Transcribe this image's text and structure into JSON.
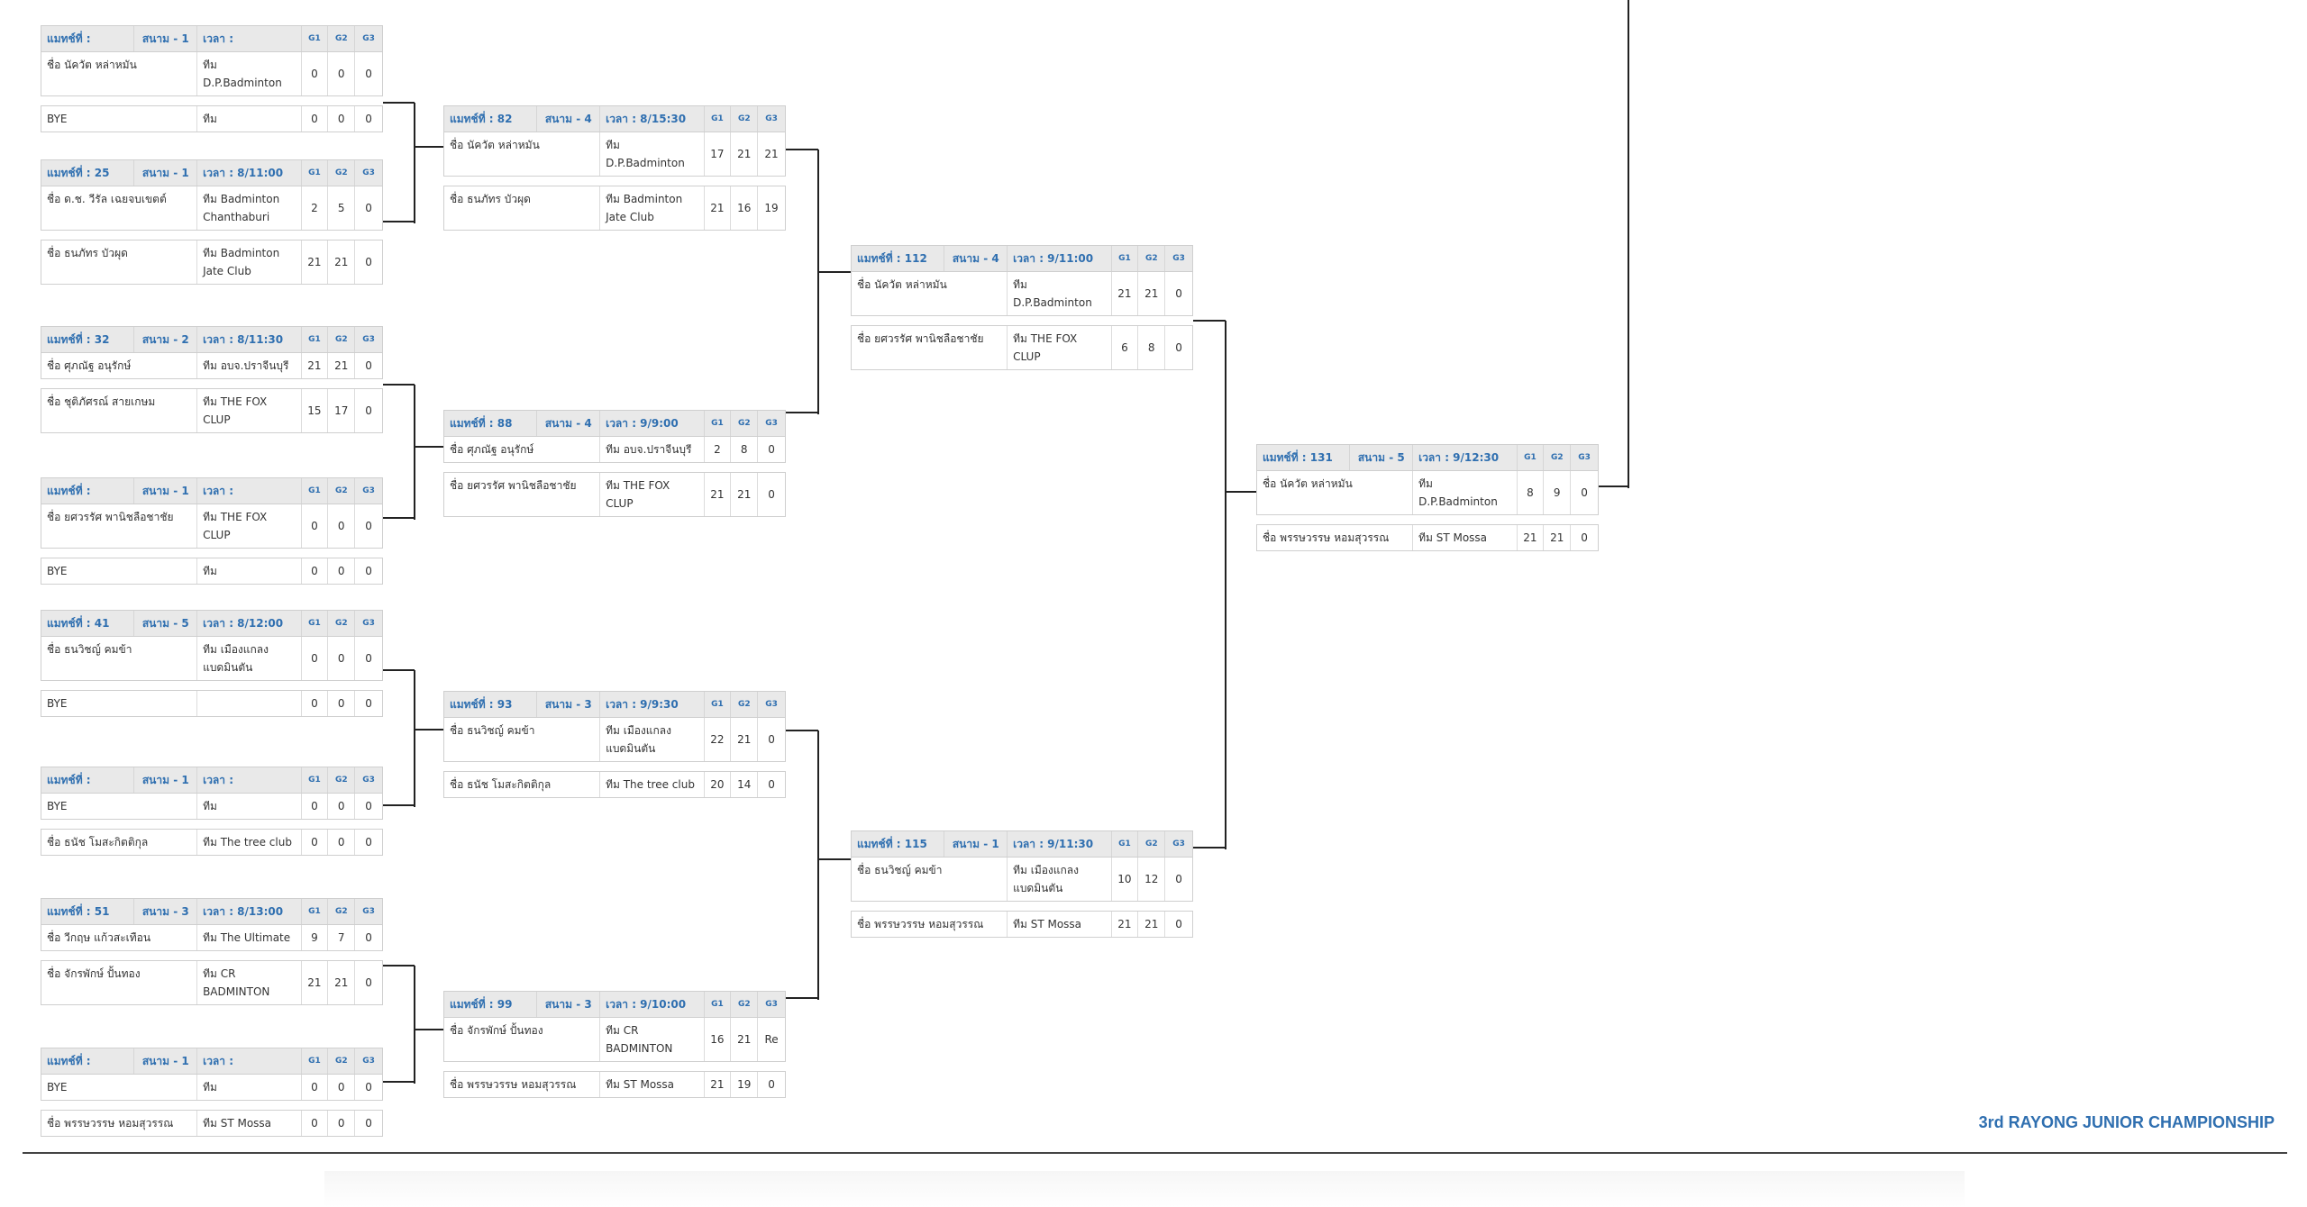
{
  "labels": {
    "match_prefix": "แมทช์ที่ :",
    "court_prefix": "สนาม -",
    "time_prefix": "เวลา :",
    "g1": "G1",
    "g2": "G2",
    "g3": "G3",
    "name_prefix": "ชื่อ",
    "team_prefix": "ทีม"
  },
  "footer": {
    "title": "3rd RAYONG JUNIOR CHAMPIONSHIP"
  },
  "matches": [
    {
      "id": "r1m1",
      "header": {
        "match": "แมทช์ที่ :",
        "court": "สนาม - 1",
        "time": "เวลา :"
      },
      "players": [
        {
          "name": "ชื่อ นัควัต หล่าหมัน",
          "team": "ทีม D.P.Badminton",
          "g": [
            "0",
            "0",
            "0"
          ]
        },
        {
          "name": "BYE",
          "team": "ทีม",
          "g": [
            "0",
            "0",
            "0"
          ]
        }
      ]
    },
    {
      "id": "r1m2",
      "header": {
        "match": "แมทช์ที่ : 25",
        "court": "สนาม - 1",
        "time": "เวลา : 8/11:00"
      },
      "players": [
        {
          "name": "ชื่อ ด.ช. วีรัล เฉยจบเขตต์",
          "team": "ทีม Badminton Chanthaburi",
          "g": [
            "2",
            "5",
            "0"
          ]
        },
        {
          "name": "ชื่อ ธนภัทร บัวผุด",
          "team": "ทีม Badminton Jate Club",
          "g": [
            "21",
            "21",
            "0"
          ]
        }
      ]
    },
    {
      "id": "r1m3",
      "header": {
        "match": "แมทช์ที่ : 32",
        "court": "สนาม - 2",
        "time": "เวลา : 8/11:30"
      },
      "players": [
        {
          "name": "ชื่อ ศุภณัฐ อนุรักษ์",
          "team": "ทีม อบจ.ปราจีนบุรี",
          "g": [
            "21",
            "21",
            "0"
          ]
        },
        {
          "name": "ชื่อ ชุติภัศรณ์ สายเกษม",
          "team": "ทีม THE FOX CLUP",
          "g": [
            "15",
            "17",
            "0"
          ]
        }
      ]
    },
    {
      "id": "r1m4",
      "header": {
        "match": "แมทช์ที่ :",
        "court": "สนาม - 1",
        "time": "เวลา :"
      },
      "players": [
        {
          "name": "ชื่อ ยศวรรัศ พานิชลือชาชัย",
          "team": "ทีม THE FOX CLUP",
          "g": [
            "0",
            "0",
            "0"
          ]
        },
        {
          "name": "BYE",
          "team": "ทีม",
          "g": [
            "0",
            "0",
            "0"
          ]
        }
      ]
    },
    {
      "id": "r1m5",
      "header": {
        "match": "แมทช์ที่ : 41",
        "court": "สนาม - 5",
        "time": "เวลา : 8/12:00"
      },
      "players": [
        {
          "name": "ชื่อ ธนวิชญ์ คมข้า",
          "team": "ทีม เมืองแกลง แบดมินตัน",
          "g": [
            "0",
            "0",
            "0"
          ]
        },
        {
          "name": "BYE",
          "team": "",
          "g": [
            "0",
            "0",
            "0"
          ]
        }
      ]
    },
    {
      "id": "r1m6",
      "header": {
        "match": "แมทช์ที่ :",
        "court": "สนาม - 1",
        "time": "เวลา :"
      },
      "players": [
        {
          "name": "BYE",
          "team": "ทีม",
          "g": [
            "0",
            "0",
            "0"
          ]
        },
        {
          "name": "ชื่อ ธนัช โมสะกิตติกุล",
          "team": "ทีม The tree club",
          "g": [
            "0",
            "0",
            "0"
          ]
        }
      ]
    },
    {
      "id": "r1m7",
      "header": {
        "match": "แมทช์ที่ : 51",
        "court": "สนาม - 3",
        "time": "เวลา : 8/13:00"
      },
      "players": [
        {
          "name": "ชื่อ วีกฤษ แก้วสะเทือน",
          "team": "ทีม The Ultimate",
          "g": [
            "9",
            "7",
            "0"
          ]
        },
        {
          "name": "ชื่อ จักรพักษ์ ปั้นทอง",
          "team": "ทีม CR BADMINTON",
          "g": [
            "21",
            "21",
            "0"
          ]
        }
      ]
    },
    {
      "id": "r1m8",
      "header": {
        "match": "แมทช์ที่ :",
        "court": "สนาม - 1",
        "time": "เวลา :"
      },
      "players": [
        {
          "name": "BYE",
          "team": "ทีม",
          "g": [
            "0",
            "0",
            "0"
          ]
        },
        {
          "name": "ชื่อ พรรษวรรษ หอมสุวรรณ",
          "team": "ทีม ST Mossa",
          "g": [
            "0",
            "0",
            "0"
          ]
        }
      ]
    },
    {
      "id": "r2m1",
      "header": {
        "match": "แมทช์ที่ : 82",
        "court": "สนาม - 4",
        "time": "เวลา : 8/15:30"
      },
      "players": [
        {
          "name": "ชื่อ นัควัต หล่าหมัน",
          "team": "ทีม D.P.Badminton",
          "g": [
            "17",
            "21",
            "21"
          ]
        },
        {
          "name": "ชื่อ ธนภัทร บัวผุด",
          "team": "ทีม Badminton Jate Club",
          "g": [
            "21",
            "16",
            "19"
          ]
        }
      ]
    },
    {
      "id": "r2m2",
      "header": {
        "match": "แมทช์ที่ : 88",
        "court": "สนาม - 4",
        "time": "เวลา : 9/9:00"
      },
      "players": [
        {
          "name": "ชื่อ ศุภณัฐ อนุรักษ์",
          "team": "ทีม อบจ.ปราจีนบุรี",
          "g": [
            "2",
            "8",
            "0"
          ]
        },
        {
          "name": "ชื่อ ยศวรรัศ พานิชลือชาชัย",
          "team": "ทีม THE FOX CLUP",
          "g": [
            "21",
            "21",
            "0"
          ]
        }
      ]
    },
    {
      "id": "r2m3",
      "header": {
        "match": "แมทช์ที่ : 93",
        "court": "สนาม - 3",
        "time": "เวลา : 9/9:30"
      },
      "players": [
        {
          "name": "ชื่อ ธนวิชญ์ คมข้า",
          "team": "ทีม เมืองแกลง แบดมินตัน",
          "g": [
            "22",
            "21",
            "0"
          ]
        },
        {
          "name": "ชื่อ ธนัช โมสะกิตติกุล",
          "team": "ทีม The tree club",
          "g": [
            "20",
            "14",
            "0"
          ]
        }
      ]
    },
    {
      "id": "r2m4",
      "header": {
        "match": "แมทช์ที่ : 99",
        "court": "สนาม - 3",
        "time": "เวลา : 9/10:00"
      },
      "players": [
        {
          "name": "ชื่อ จักรพักษ์ ปั้นทอง",
          "team": "ทีม CR BADMINTON",
          "g": [
            "16",
            "21",
            "Re"
          ]
        },
        {
          "name": "ชื่อ พรรษวรรษ หอมสุวรรณ",
          "team": "ทีม ST Mossa",
          "g": [
            "21",
            "19",
            "0"
          ]
        }
      ]
    },
    {
      "id": "r3m1",
      "header": {
        "match": "แมทช์ที่ : 112",
        "court": "สนาม - 4",
        "time": "เวลา : 9/11:00"
      },
      "players": [
        {
          "name": "ชื่อ นัควัต หล่าหมัน",
          "team": "ทีม D.P.Badminton",
          "g": [
            "21",
            "21",
            "0"
          ]
        },
        {
          "name": "ชื่อ ยศวรรัศ พานิชลือชาชัย",
          "team": "ทีม THE FOX CLUP",
          "g": [
            "6",
            "8",
            "0"
          ]
        }
      ]
    },
    {
      "id": "r3m2",
      "header": {
        "match": "แมทช์ที่ : 115",
        "court": "สนาม - 1",
        "time": "เวลา : 9/11:30"
      },
      "players": [
        {
          "name": "ชื่อ ธนวิชญ์ คมข้า",
          "team": "ทีม เมืองแกลง แบดมินตัน",
          "g": [
            "10",
            "12",
            "0"
          ]
        },
        {
          "name": "ชื่อ พรรษวรรษ หอมสุวรรณ",
          "team": "ทีม ST Mossa",
          "g": [
            "21",
            "21",
            "0"
          ]
        }
      ]
    },
    {
      "id": "r4m1",
      "header": {
        "match": "แมทช์ที่ : 131",
        "court": "สนาม - 5",
        "time": "เวลา : 9/12:30"
      },
      "players": [
        {
          "name": "ชื่อ นัควัต หล่าหมัน",
          "team": "ทีม D.P.Badminton",
          "g": [
            "8",
            "9",
            "0"
          ]
        },
        {
          "name": "ชื่อ พรรษวรรษ หอมสุวรรณ",
          "team": "ทีม ST Mossa",
          "g": [
            "21",
            "21",
            "0"
          ]
        }
      ]
    }
  ]
}
